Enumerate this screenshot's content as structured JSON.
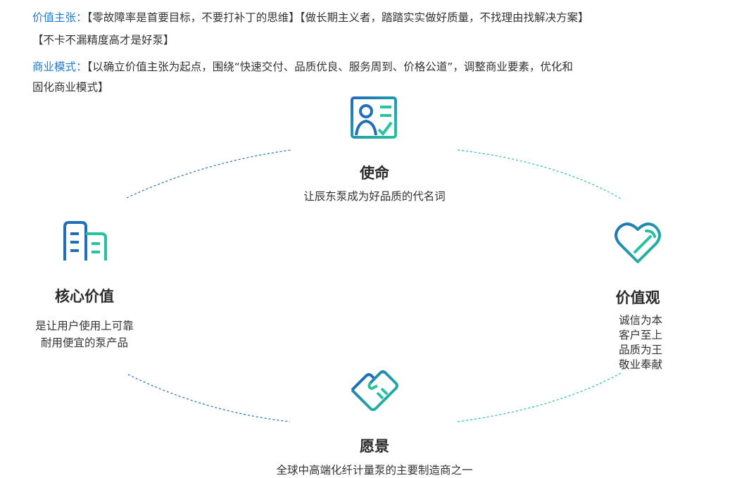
{
  "intro": {
    "value_prop_label": "价值主张：",
    "value_prop_text_1": "【零故障率是首要目标，不要打补丁的思维】【做长期主义者，踏踏实实做好质量，不找理由找解决方案】",
    "value_prop_text_2": "【不卡不漏精度高才是好泵】",
    "business_label": "商业模式：",
    "business_text_1": "【以确立价值主张为起点，围绕“快速交付、品质优良、服务周到、价格公道”，调整商业要素，优化和",
    "business_text_2": "固化商业模式】"
  },
  "nodes": {
    "mission": {
      "title": "使命",
      "desc": "让辰东泵成为好品质的代名词",
      "icon": "person-card-icon"
    },
    "core_values": {
      "title": "核心价值",
      "desc_1": "是让用户使用上可靠",
      "desc_2": "耐用便宜的泵产品",
      "icon": "building-icon"
    },
    "values": {
      "title": "价值观",
      "desc_1": "诚信为本",
      "desc_2": "客户至上",
      "desc_3": "品质为王",
      "desc_4": "敬业奉献",
      "icon": "heart-icon"
    },
    "vision": {
      "title": "愿景",
      "desc": "全球中高端化纤计量泵的主要制造商之一",
      "icon": "handshake-icon"
    }
  },
  "colors": {
    "accent_blue": "#1f6fb8",
    "accent_green": "#27c2a0",
    "label_blue": "#1f7bd0"
  }
}
